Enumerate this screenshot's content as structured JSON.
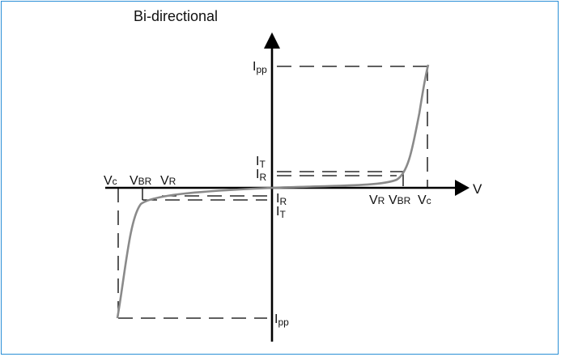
{
  "title": "Bi-directional",
  "labels": {
    "v_axis": "V",
    "ipp_top": {
      "main": "I",
      "sub": "pp"
    },
    "ipp_bottom": {
      "main": "I",
      "sub": "pp"
    },
    "it_top": {
      "main": "I",
      "sub": "T"
    },
    "ir_top": {
      "main": "I",
      "sub": "R"
    },
    "ir_bottom": {
      "main": "I",
      "sub": "R"
    },
    "it_bottom": {
      "main": "I",
      "sub": "T"
    },
    "vc_left": {
      "main": "V",
      "sub": "c"
    },
    "vbr_left": {
      "main": "V",
      "sub": "BR"
    },
    "vr_left": {
      "main": "V",
      "sub": "R"
    },
    "vr_right": {
      "main": "V",
      "sub": "R"
    },
    "vbr_right": {
      "main": "V",
      "sub": "BR"
    },
    "vc_right": {
      "main": "V",
      "sub": "c"
    }
  },
  "colors": {
    "frame": "#2a8fd6",
    "axes": "#000000",
    "curve": "#8a8a8a",
    "dashed": "#000000"
  }
}
